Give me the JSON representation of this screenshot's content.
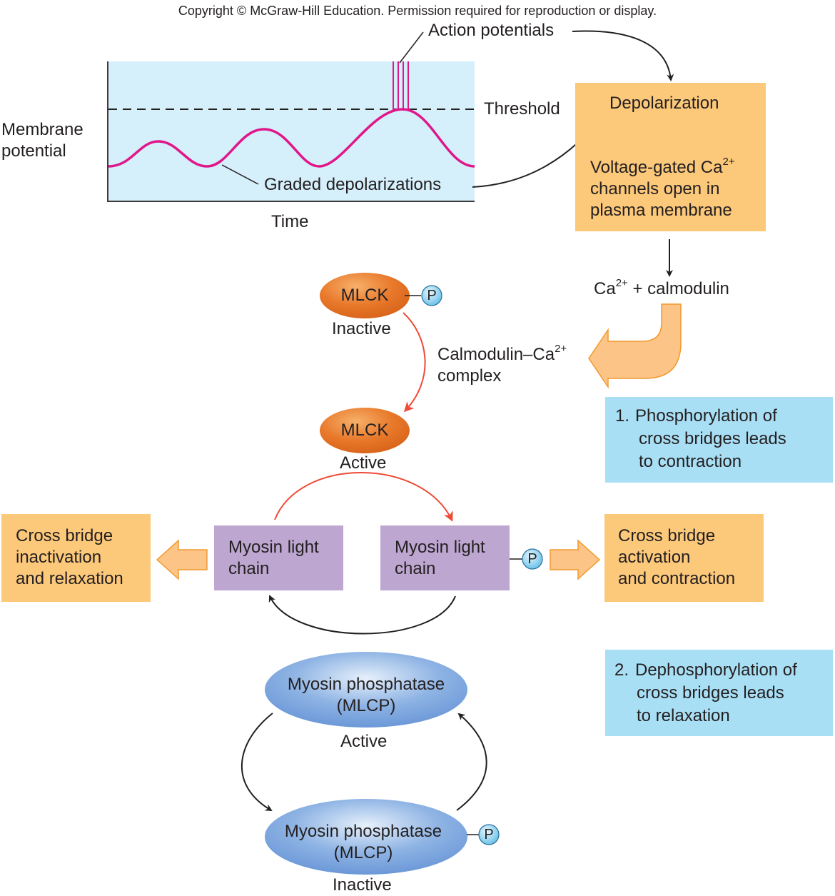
{
  "copyright": "Copyright © McGraw-Hill Education. Permission required for reproduction or display.",
  "graph": {
    "ylabel_line1": "Membrane",
    "ylabel_line2": "potential",
    "xlabel": "Time",
    "threshold_label": "Threshold",
    "action_potentials_label": "Action potentials",
    "graded_label": "Graded depolarizations",
    "colors": {
      "background": "#d5effb",
      "trace": "#e0168a"
    }
  },
  "depol_box": {
    "title": "Depolarization",
    "line1_prefix": "Voltage-gated Ca",
    "line1_sup": "2+",
    "line2": "channels open in",
    "line3": "plasma membrane"
  },
  "ca_calmodulin": {
    "prefix": "Ca",
    "sup": "2+",
    "suffix": " + calmodulin"
  },
  "complex": {
    "line1_prefix": "Calmodulin–Ca",
    "line1_sup": "2+",
    "line2": "complex"
  },
  "mlck": {
    "inactive": {
      "label": "MLCK",
      "state": "Inactive",
      "phosphate": "P"
    },
    "active": {
      "label": "MLCK",
      "state": "Active"
    }
  },
  "step1": {
    "number": "1.",
    "line1": "Phosphorylation of",
    "line2": "cross bridges leads",
    "line3": "to contraction"
  },
  "step2": {
    "number": "2.",
    "line1": "Dephosphorylation of",
    "line2": "cross bridges leads",
    "line3": "to relaxation"
  },
  "mlc_left": {
    "line1": "Myosin light",
    "line2": "chain"
  },
  "mlc_right": {
    "line1": "Myosin light",
    "line2": "chain",
    "phosphate": "P"
  },
  "relax_box": {
    "line1": "Cross bridge",
    "line2": "inactivation",
    "line3": "and relaxation"
  },
  "contract_box": {
    "line1": "Cross bridge",
    "line2": "activation",
    "line3": "and contraction"
  },
  "mlcp": {
    "active": {
      "line1": "Myosin phosphatase",
      "line2": "(MLCP)",
      "state": "Active"
    },
    "inactive": {
      "line1": "Myosin phosphatase",
      "line2": "(MLCP)",
      "state": "Inactive",
      "phosphate": "P"
    }
  }
}
